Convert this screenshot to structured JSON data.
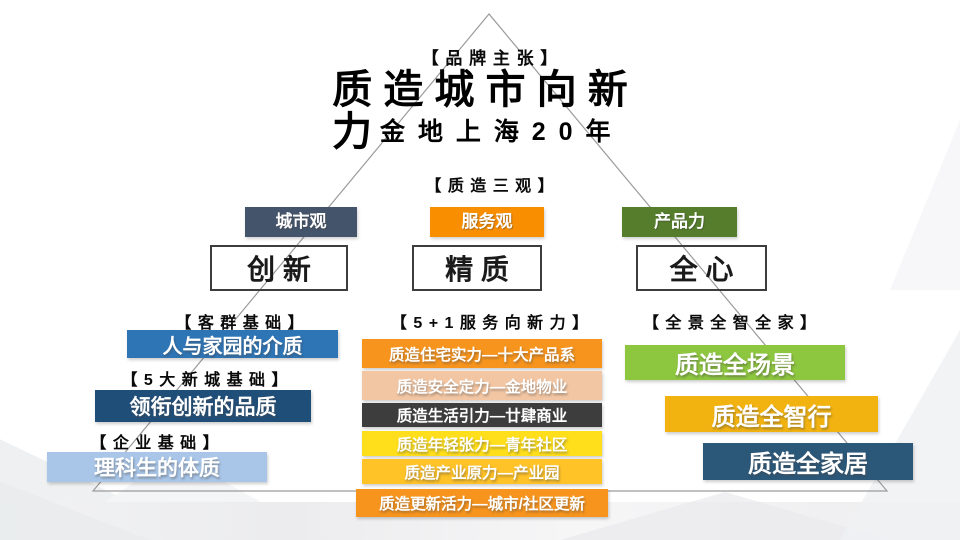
{
  "header": {
    "brand_heading": "【 品 牌 主 张 】",
    "title_line1": "质 造 城 市 向 新",
    "title_line2": "力",
    "subtitle": "金 地 上 海 2 0 年",
    "three_views_heading": "【 质 造 三 观 】"
  },
  "pillars": [
    {
      "label": "城市观",
      "value": "创 新",
      "color": "#44546A"
    },
    {
      "label": "服务观",
      "value": "精 质",
      "color": "#F98E00"
    },
    {
      "label": "产品力",
      "value": "全 心",
      "color": "#567D2B"
    }
  ],
  "left_column": {
    "groups": [
      {
        "heading": "【 客 群 基 础 】",
        "bar": {
          "text": "人与家园的介质",
          "color": "#2E75B6"
        }
      },
      {
        "heading": "【 5 大 新 城 基 础 】",
        "bar": {
          "text": "领衔创新的品质",
          "color": "#1F4E79"
        }
      },
      {
        "heading": "【 企 业 基 础 】",
        "bar": {
          "text": "理科生的体质",
          "color": "#A9C6E8"
        }
      }
    ]
  },
  "middle_column": {
    "heading": "【 5 + 1 服 务 向 新 力 】",
    "bars": [
      {
        "text": "质造住宅实力—十大产品系",
        "color": "#F7941D"
      },
      {
        "text": "质造安全定力—金地物业",
        "color": "#F2C6A3"
      },
      {
        "text": "质造生活引力—廿肆商业",
        "color": "#3D3D3D"
      },
      {
        "text": "质造年轻张力—青年社区",
        "color": "#FFDE1B"
      },
      {
        "text": "质造产业原力—产业园",
        "color": "#FFC227"
      },
      {
        "text": "质造更新活力—城市/社区更新",
        "color": "#F7941D"
      }
    ]
  },
  "right_column": {
    "heading": "【 全 景 全 智 全 家 】",
    "bars": [
      {
        "text": "质造全场景",
        "color": "#8DC63F"
      },
      {
        "text": "质造全智行",
        "color": "#F2B310"
      },
      {
        "text": "质造全家居",
        "color": "#2B5779"
      }
    ]
  },
  "pyramid": {
    "outline_color": "#9B9B9B"
  }
}
